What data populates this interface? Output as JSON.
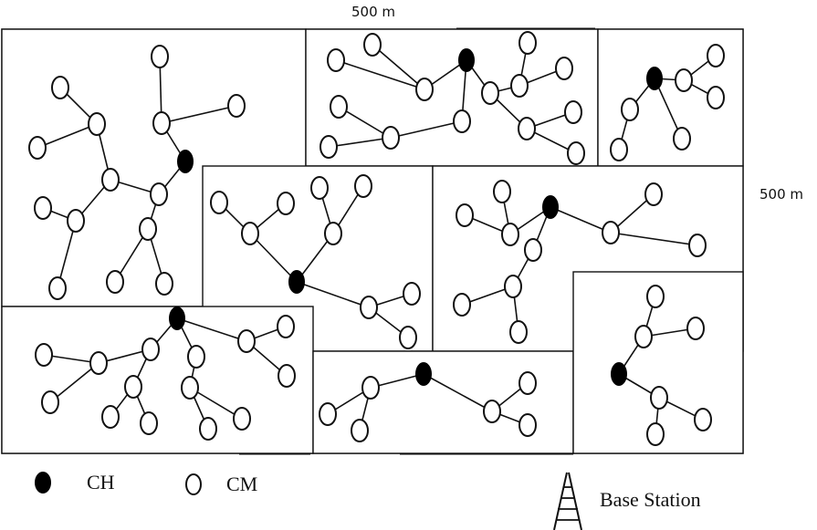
{
  "dimensions": {
    "top_label": "500 m",
    "right_label": "500 m"
  },
  "legend": {
    "ch_label": "CH",
    "cm_label": "CM",
    "base_station_label": "Base Station"
  }
}
